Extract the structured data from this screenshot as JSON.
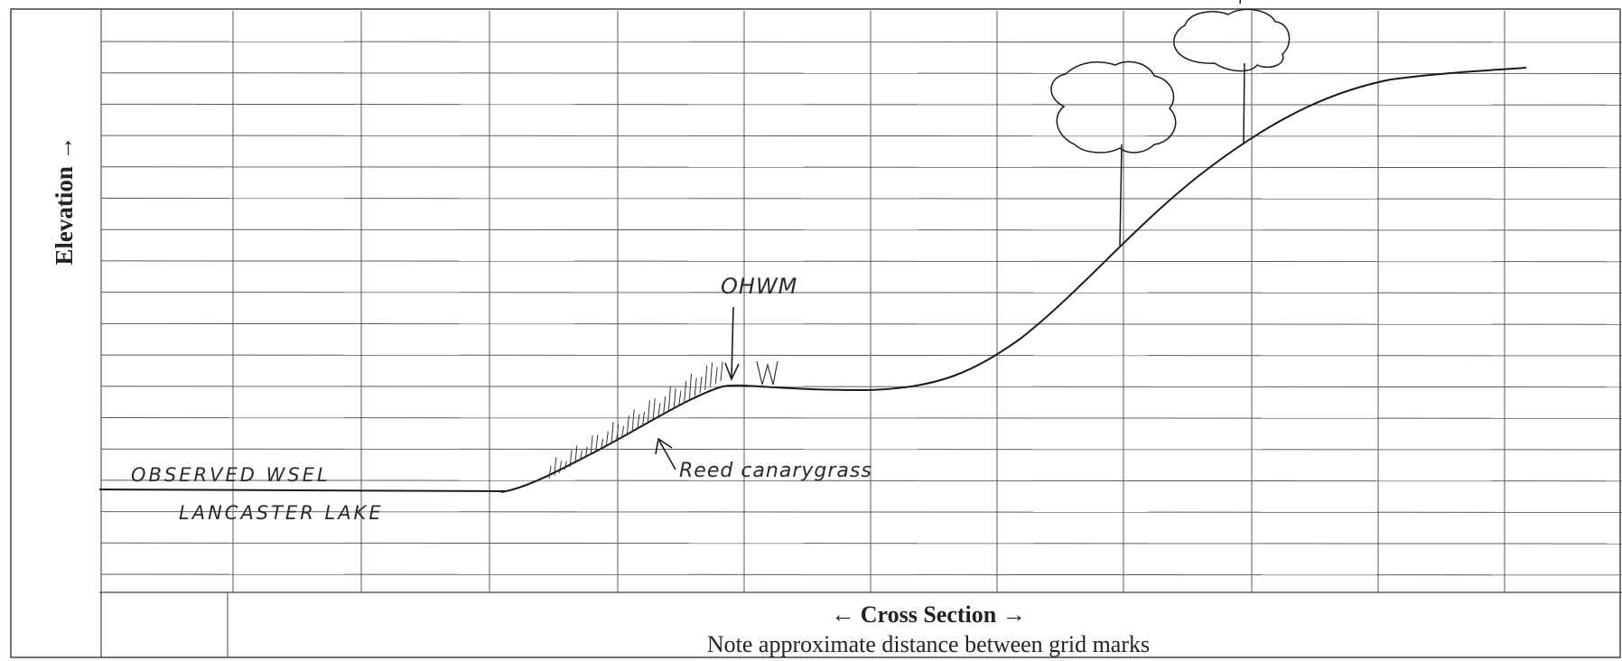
{
  "form": {
    "y_axis_label": "Elevation →",
    "x_axis_label": "← Cross Section →",
    "note": "Note approximate distance between grid marks"
  },
  "sketch": {
    "annotations": {
      "water_label_line1": "OBSERVED WSEL",
      "water_label_line2": "LANCASTER LAKE",
      "ohwm_label": "OHWM",
      "vegetation_label": "Reed canarygrass"
    },
    "features": [
      "ground-profile",
      "water-surface-line",
      "hatched-vegetation",
      "tree",
      "tree"
    ]
  },
  "colors": {
    "ink": "#1a1a1a",
    "grid": "#5a5a5a",
    "paper": "#ffffff"
  }
}
